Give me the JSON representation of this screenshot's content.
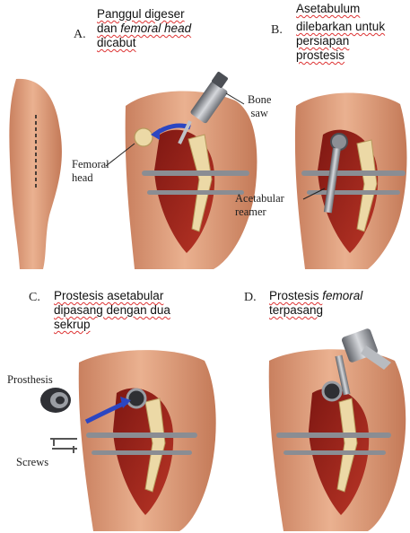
{
  "panels": {
    "A": {
      "letter": "A.",
      "caption_line1": "Panggul digeser",
      "caption_line2_pre": "dan ",
      "caption_line2_italic": "femoral head",
      "caption_line3": "dicabut",
      "labels": {
        "bone_saw_1": "Bone",
        "bone_saw_2": "saw",
        "femoral_head_1": "Femoral",
        "femoral_head_2": "head"
      }
    },
    "B": {
      "letter": "B.",
      "caption_line1": "Asetabulum",
      "caption_line2": "dilebarkan untuk",
      "caption_line3": "persiapan",
      "caption_line4": "prostesis",
      "labels": {
        "reamer_1": "Acetabular",
        "reamer_2": "reamer"
      }
    },
    "C": {
      "letter": "C.",
      "caption_line1": "Prostesis asetabular",
      "caption_line2": "dipasang dengan dua",
      "caption_line3": "sekrup",
      "labels": {
        "prosthesis": "Prosthesis",
        "screws": "Screws"
      }
    },
    "D": {
      "letter": "D.",
      "caption_line1_pre": "Prostesis ",
      "caption_line1_italic": "femoral",
      "caption_line2": "terpasang"
    }
  },
  "colors": {
    "skin": "#e3a07e",
    "skin_shadow": "#c97e5c",
    "wound": "#a3221a",
    "bone": "#ecd9a6",
    "arrow": "#2b46c2",
    "retractor": "#8a8d93"
  }
}
